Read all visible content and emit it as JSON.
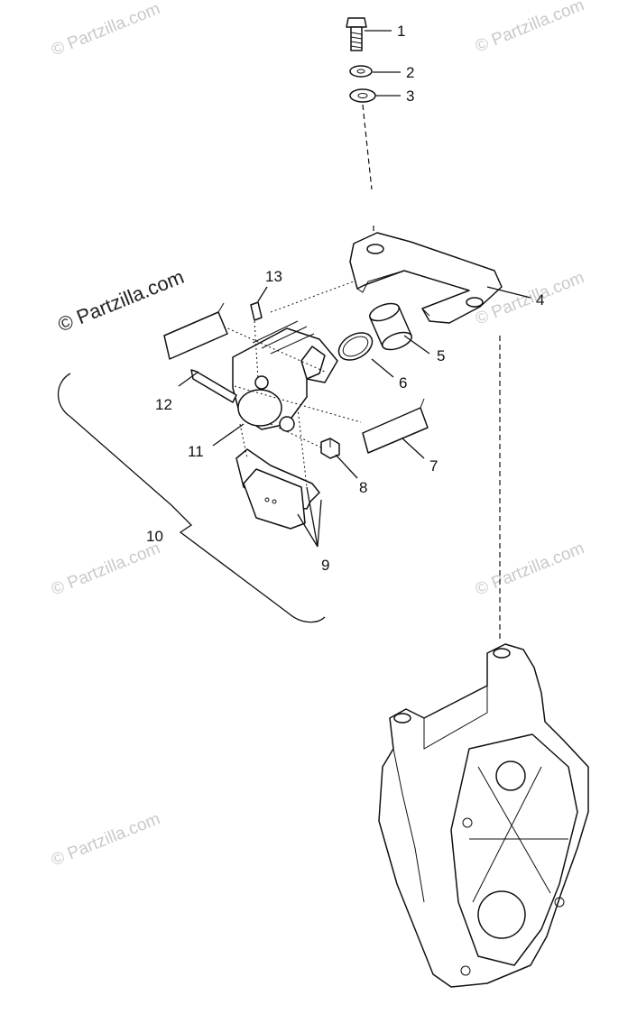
{
  "diagram": {
    "callouts": [
      {
        "id": "c1",
        "label": "1"
      },
      {
        "id": "c2",
        "label": "2"
      },
      {
        "id": "c3",
        "label": "3"
      },
      {
        "id": "c4",
        "label": "4"
      },
      {
        "id": "c5",
        "label": "5"
      },
      {
        "id": "c6",
        "label": "6"
      },
      {
        "id": "c7",
        "label": "7"
      },
      {
        "id": "c8",
        "label": "8"
      },
      {
        "id": "c9",
        "label": "9"
      },
      {
        "id": "c10",
        "label": "10"
      },
      {
        "id": "c11",
        "label": "11"
      },
      {
        "id": "c12",
        "label": "12"
      },
      {
        "id": "c13",
        "label": "13"
      }
    ],
    "watermark_main": "© Partzilla.com",
    "watermark_faint": "© Partzilla.com",
    "colors": {
      "ink": "#111111",
      "watermark": "#c9c9c9",
      "background": "#ffffff"
    }
  }
}
